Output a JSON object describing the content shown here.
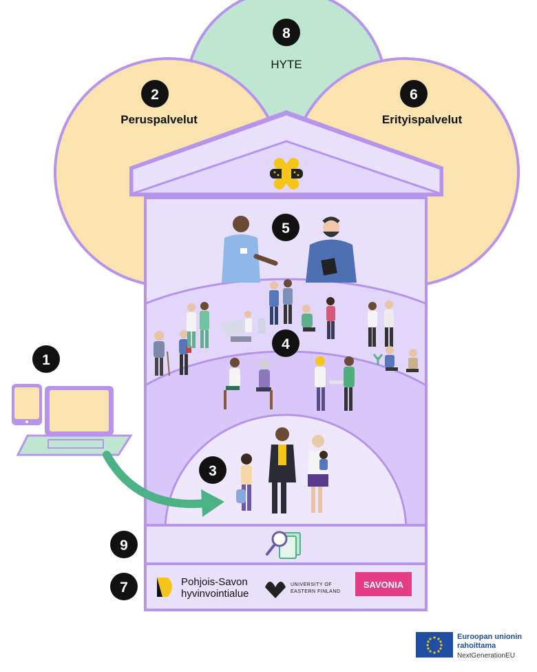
{
  "circles": {
    "hyte": {
      "number": "8",
      "label": "HYTE"
    },
    "peruspalvelut": {
      "number": "2",
      "label": "Peruspalvelut"
    },
    "erityispalvelut": {
      "number": "6",
      "label": "Erityispalvelut"
    }
  },
  "house": {
    "specialists_number": "5",
    "community_number": "4",
    "home_number": "3",
    "research_number": "9",
    "partners_number": "7"
  },
  "digital": {
    "number": "1"
  },
  "partners": {
    "pshva_line1": "Pohjois-Savon",
    "pshva_line2": "hyvinvointialue",
    "uef_line1": "UNIVERSITY OF",
    "uef_line2": "EASTERN FINLAND",
    "savonia": "SAVONIA"
  },
  "eu": {
    "line1": "Euroopan unionin",
    "line2": "rahoittama",
    "line3": "NextGenerationEU"
  },
  "colors": {
    "circle_border": "#b794ec",
    "peach": "#fbe3b0",
    "mint": "#bfe6d1",
    "lavender": "#e9e0fb",
    "lavender_mid": "#d8c7f8",
    "lavender_dark": "#c6b1f2",
    "green_arrow": "#4cb285",
    "savonia_pink": "#e43d85",
    "eu_blue": "#1f4ea3"
  }
}
